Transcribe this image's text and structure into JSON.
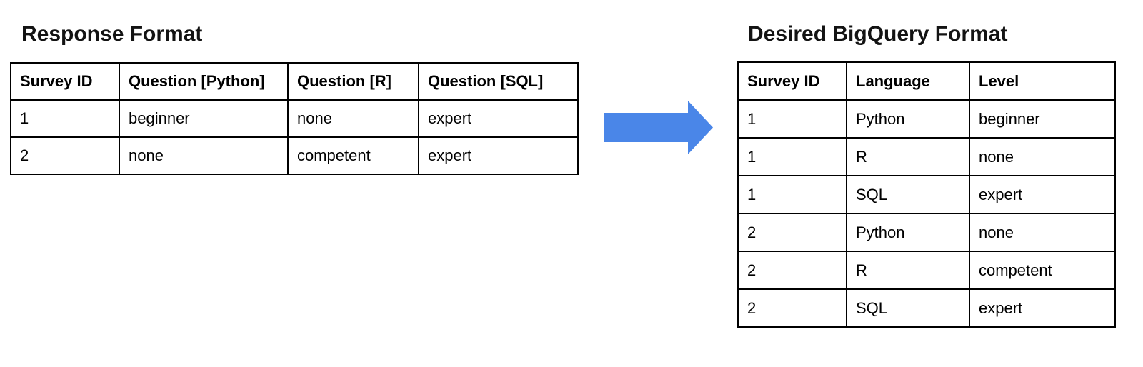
{
  "left_panel": {
    "title": "Response Format",
    "table": {
      "headers": [
        "Survey ID",
        "Question [Python]",
        "Question [R]",
        "Question [SQL]"
      ],
      "rows": [
        [
          "1",
          "beginner",
          "none",
          "expert"
        ],
        [
          "2",
          "none",
          "competent",
          "expert"
        ]
      ]
    }
  },
  "arrow": {
    "direction": "right",
    "color": "#4a86e8"
  },
  "right_panel": {
    "title": "Desired BigQuery Format",
    "table": {
      "headers": [
        "Survey ID",
        "Language",
        "Level"
      ],
      "rows": [
        [
          "1",
          "Python",
          "beginner"
        ],
        [
          "1",
          "R",
          "none"
        ],
        [
          "1",
          "SQL",
          "expert"
        ],
        [
          "2",
          "Python",
          "none"
        ],
        [
          "2",
          "R",
          "competent"
        ],
        [
          "2",
          "SQL",
          "expert"
        ]
      ]
    }
  }
}
